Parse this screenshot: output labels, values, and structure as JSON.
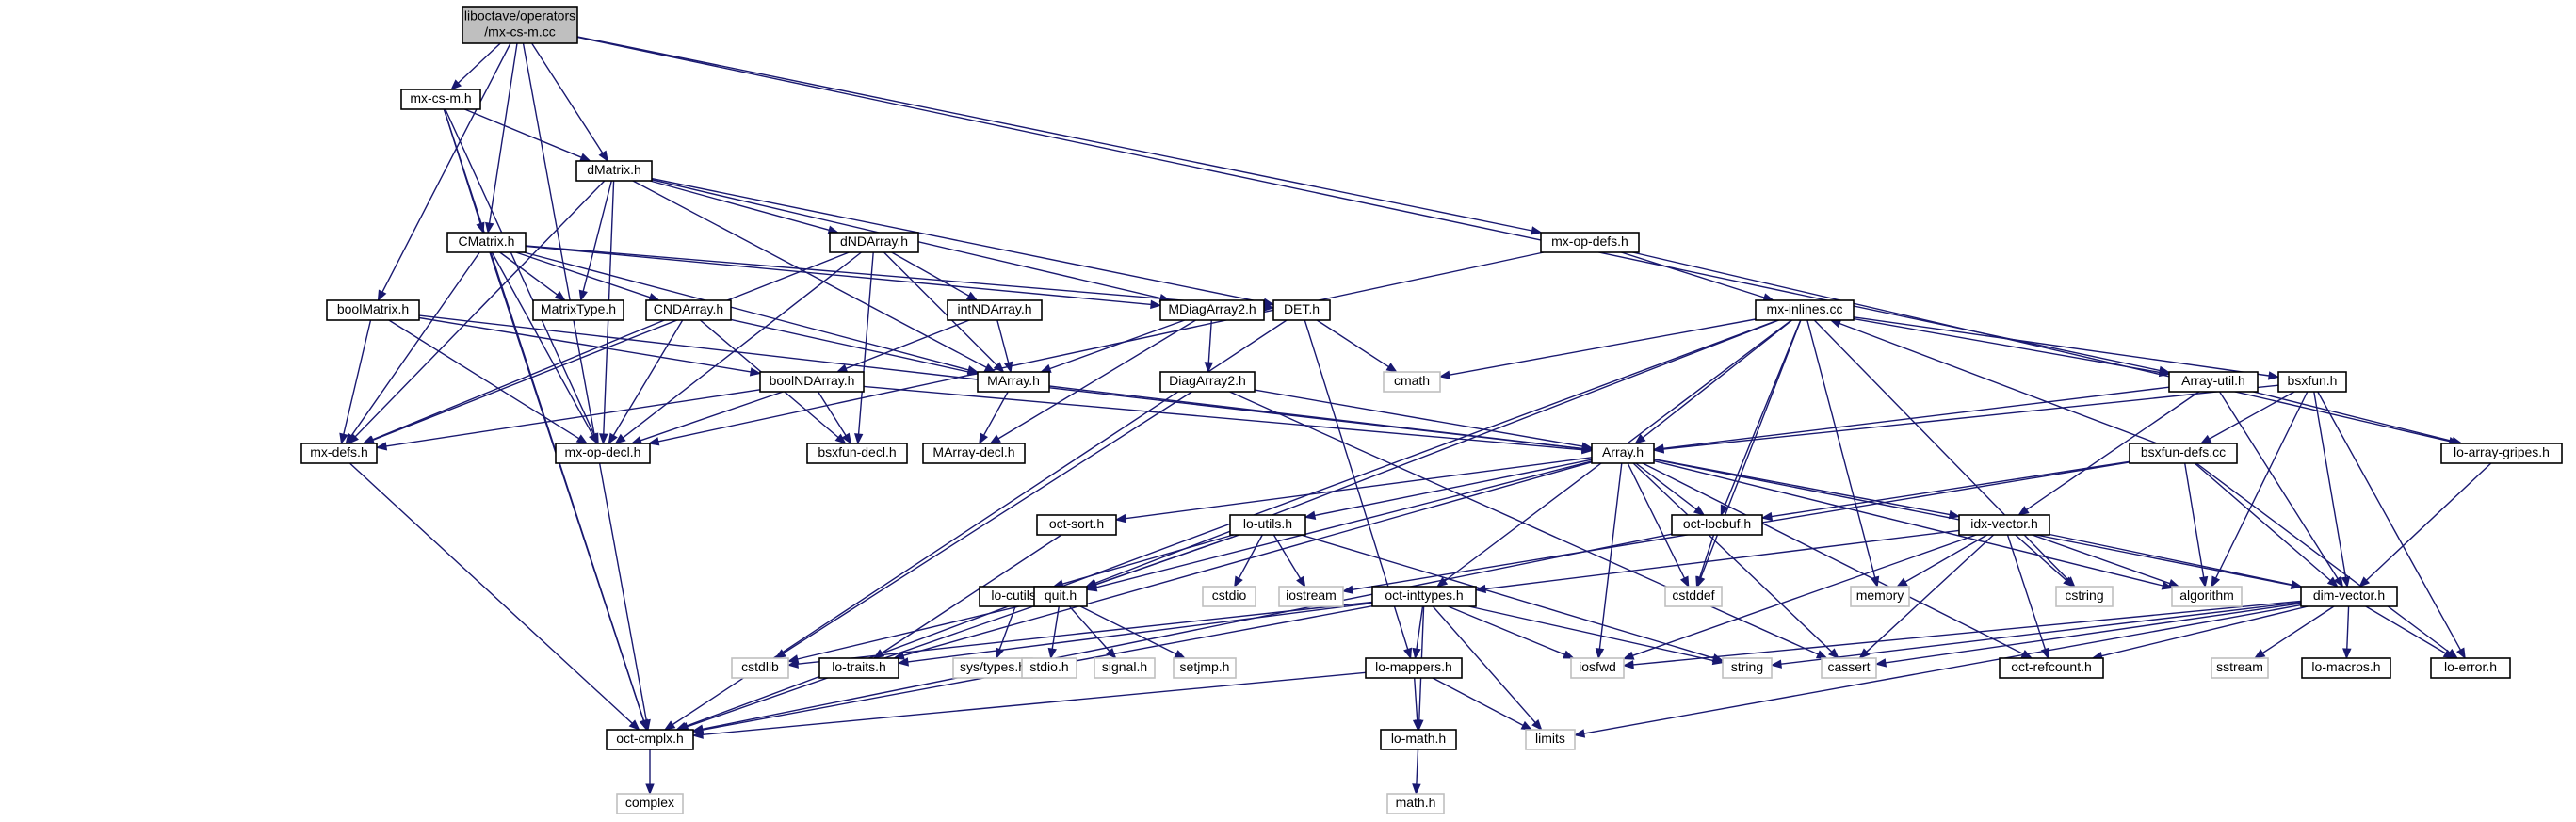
{
  "nodes": [
    {
      "id": "root",
      "lines": [
        "liboctave/operators",
        "/mx-cs-m.cc"
      ],
      "kind": "root"
    },
    {
      "id": "mx-cs-m-h",
      "lines": [
        "mx-cs-m.h"
      ],
      "kind": "file"
    },
    {
      "id": "dMatrix-h",
      "lines": [
        "dMatrix.h"
      ],
      "kind": "file"
    },
    {
      "id": "CMatrix-h",
      "lines": [
        "CMatrix.h"
      ],
      "kind": "file"
    },
    {
      "id": "dNDArray-h",
      "lines": [
        "dNDArray.h"
      ],
      "kind": "file"
    },
    {
      "id": "mx-op-defs-h",
      "lines": [
        "mx-op-defs.h"
      ],
      "kind": "file"
    },
    {
      "id": "boolMatrix-h",
      "lines": [
        "boolMatrix.h"
      ],
      "kind": "file"
    },
    {
      "id": "MatrixType-h",
      "lines": [
        "MatrixType.h"
      ],
      "kind": "file"
    },
    {
      "id": "CNDArray-h",
      "lines": [
        "CNDArray.h"
      ],
      "kind": "file"
    },
    {
      "id": "intNDArray-h",
      "lines": [
        "intNDArray.h"
      ],
      "kind": "file"
    },
    {
      "id": "MDiagArray2-h",
      "lines": [
        "MDiagArray2.h"
      ],
      "kind": "file"
    },
    {
      "id": "DET-h",
      "lines": [
        "DET.h"
      ],
      "kind": "file"
    },
    {
      "id": "mx-inlines-cc",
      "lines": [
        "mx-inlines.cc"
      ],
      "kind": "file"
    },
    {
      "id": "boolNDArray-h",
      "lines": [
        "boolNDArray.h"
      ],
      "kind": "file"
    },
    {
      "id": "MArray-h",
      "lines": [
        "MArray.h"
      ],
      "kind": "file"
    },
    {
      "id": "DiagArray2-h",
      "lines": [
        "DiagArray2.h"
      ],
      "kind": "file"
    },
    {
      "id": "Array-util-h",
      "lines": [
        "Array-util.h"
      ],
      "kind": "file"
    },
    {
      "id": "bsxfun-h",
      "lines": [
        "bsxfun.h"
      ],
      "kind": "file"
    },
    {
      "id": "cmath",
      "lines": [
        "cmath"
      ],
      "kind": "sys"
    },
    {
      "id": "mx-defs-h",
      "lines": [
        "mx-defs.h"
      ],
      "kind": "file"
    },
    {
      "id": "mx-op-decl-h",
      "lines": [
        "mx-op-decl.h"
      ],
      "kind": "file"
    },
    {
      "id": "bsxfun-decl-h",
      "lines": [
        "bsxfun-decl.h"
      ],
      "kind": "file"
    },
    {
      "id": "MArray-decl-h",
      "lines": [
        "MArray-decl.h"
      ],
      "kind": "file"
    },
    {
      "id": "Array-h",
      "lines": [
        "Array.h"
      ],
      "kind": "file"
    },
    {
      "id": "bsxfun-defs-cc",
      "lines": [
        "bsxfun-defs.cc"
      ],
      "kind": "file"
    },
    {
      "id": "lo-array-gripes-h",
      "lines": [
        "lo-array-gripes.h"
      ],
      "kind": "file"
    },
    {
      "id": "oct-sort-h",
      "lines": [
        "oct-sort.h"
      ],
      "kind": "file"
    },
    {
      "id": "lo-utils-h",
      "lines": [
        "lo-utils.h"
      ],
      "kind": "file"
    },
    {
      "id": "oct-locbuf-h",
      "lines": [
        "oct-locbuf.h"
      ],
      "kind": "file"
    },
    {
      "id": "idx-vector-h",
      "lines": [
        "idx-vector.h"
      ],
      "kind": "file"
    },
    {
      "id": "lo-cutils-h",
      "lines": [
        "lo-cutils.h"
      ],
      "kind": "file"
    },
    {
      "id": "quit-h",
      "lines": [
        "quit.h"
      ],
      "kind": "file"
    },
    {
      "id": "cstdio",
      "lines": [
        "cstdio"
      ],
      "kind": "sys"
    },
    {
      "id": "iostream",
      "lines": [
        "iostream"
      ],
      "kind": "sys"
    },
    {
      "id": "oct-inttypes-h",
      "lines": [
        "oct-inttypes.h"
      ],
      "kind": "file"
    },
    {
      "id": "cstddef",
      "lines": [
        "cstddef"
      ],
      "kind": "sys"
    },
    {
      "id": "memory",
      "lines": [
        "memory"
      ],
      "kind": "sys"
    },
    {
      "id": "cstring",
      "lines": [
        "cstring"
      ],
      "kind": "sys"
    },
    {
      "id": "algorithm",
      "lines": [
        "algorithm"
      ],
      "kind": "sys"
    },
    {
      "id": "dim-vector-h",
      "lines": [
        "dim-vector.h"
      ],
      "kind": "file"
    },
    {
      "id": "cstdlib",
      "lines": [
        "cstdlib"
      ],
      "kind": "sys"
    },
    {
      "id": "lo-traits-h",
      "lines": [
        "lo-traits.h"
      ],
      "kind": "file"
    },
    {
      "id": "sys-types-h",
      "lines": [
        "sys/types.h"
      ],
      "kind": "sys"
    },
    {
      "id": "stdio-h",
      "lines": [
        "stdio.h"
      ],
      "kind": "sys"
    },
    {
      "id": "signal-h",
      "lines": [
        "signal.h"
      ],
      "kind": "sys"
    },
    {
      "id": "setjmp-h",
      "lines": [
        "setjmp.h"
      ],
      "kind": "sys"
    },
    {
      "id": "iosfwd",
      "lines": [
        "iosfwd"
      ],
      "kind": "sys"
    },
    {
      "id": "string",
      "lines": [
        "string"
      ],
      "kind": "sys"
    },
    {
      "id": "cassert",
      "lines": [
        "cassert"
      ],
      "kind": "sys"
    },
    {
      "id": "oct-refcount-h",
      "lines": [
        "oct-refcount.h"
      ],
      "kind": "file"
    },
    {
      "id": "sstream",
      "lines": [
        "sstream"
      ],
      "kind": "sys"
    },
    {
      "id": "lo-macros-h",
      "lines": [
        "lo-macros.h"
      ],
      "kind": "file"
    },
    {
      "id": "lo-error-h",
      "lines": [
        "lo-error.h"
      ],
      "kind": "file"
    },
    {
      "id": "lo-mappers-h",
      "lines": [
        "lo-mappers.h"
      ],
      "kind": "file"
    },
    {
      "id": "oct-cmplx-h",
      "lines": [
        "oct-cmplx.h"
      ],
      "kind": "file"
    },
    {
      "id": "lo-math-h",
      "lines": [
        "lo-math.h"
      ],
      "kind": "file"
    },
    {
      "id": "limits",
      "lines": [
        "limits"
      ],
      "kind": "sys"
    },
    {
      "id": "complex",
      "lines": [
        "complex"
      ],
      "kind": "sys"
    },
    {
      "id": "math-h",
      "lines": [
        "math.h"
      ],
      "kind": "sys"
    }
  ],
  "edges": [
    [
      "root",
      "mx-cs-m-h"
    ],
    [
      "root",
      "dMatrix-h"
    ],
    [
      "root",
      "CMatrix-h"
    ],
    [
      "root",
      "boolMatrix-h"
    ],
    [
      "root",
      "mx-op-defs-h"
    ],
    [
      "root",
      "Array-util-h"
    ],
    [
      "root",
      "oct-cmplx-h"
    ],
    [
      "mx-cs-m-h",
      "dMatrix-h"
    ],
    [
      "mx-cs-m-h",
      "CMatrix-h"
    ],
    [
      "mx-cs-m-h",
      "mx-op-decl-h"
    ],
    [
      "mx-cs-m-h",
      "oct-cmplx-h"
    ],
    [
      "dMatrix-h",
      "MatrixType-h"
    ],
    [
      "dMatrix-h",
      "dNDArray-h"
    ],
    [
      "dMatrix-h",
      "MArray-h"
    ],
    [
      "dMatrix-h",
      "MDiagArray2-h"
    ],
    [
      "dMatrix-h",
      "DET-h"
    ],
    [
      "dMatrix-h",
      "mx-defs-h"
    ],
    [
      "dMatrix-h",
      "mx-op-decl-h"
    ],
    [
      "CMatrix-h",
      "MatrixType-h"
    ],
    [
      "CMatrix-h",
      "CNDArray-h"
    ],
    [
      "CMatrix-h",
      "MArray-h"
    ],
    [
      "CMatrix-h",
      "MDiagArray2-h"
    ],
    [
      "CMatrix-h",
      "DET-h"
    ],
    [
      "CMatrix-h",
      "mx-defs-h"
    ],
    [
      "CMatrix-h",
      "mx-op-decl-h"
    ],
    [
      "CMatrix-h",
      "oct-cmplx-h"
    ],
    [
      "dNDArray-h",
      "intNDArray-h"
    ],
    [
      "dNDArray-h",
      "MArray-h"
    ],
    [
      "dNDArray-h",
      "bsxfun-decl-h"
    ],
    [
      "dNDArray-h",
      "mx-defs-h"
    ],
    [
      "dNDArray-h",
      "mx-op-decl-h"
    ],
    [
      "mx-op-defs-h",
      "mx-op-decl-h"
    ],
    [
      "mx-op-defs-h",
      "mx-inlines-cc"
    ],
    [
      "mx-op-defs-h",
      "lo-array-gripes-h"
    ],
    [
      "boolMatrix-h",
      "boolNDArray-h"
    ],
    [
      "boolMatrix-h",
      "Array-h"
    ],
    [
      "boolMatrix-h",
      "mx-defs-h"
    ],
    [
      "boolMatrix-h",
      "mx-op-decl-h"
    ],
    [
      "CNDArray-h",
      "MArray-h"
    ],
    [
      "CNDArray-h",
      "bsxfun-decl-h"
    ],
    [
      "CNDArray-h",
      "mx-defs-h"
    ],
    [
      "CNDArray-h",
      "mx-op-decl-h"
    ],
    [
      "intNDArray-h",
      "MArray-h"
    ],
    [
      "intNDArray-h",
      "boolNDArray-h"
    ],
    [
      "MDiagArray2-h",
      "DiagArray2-h"
    ],
    [
      "MDiagArray2-h",
      "MArray-h"
    ],
    [
      "MDiagArray2-h",
      "MArray-decl-h"
    ],
    [
      "DET-h",
      "cmath"
    ],
    [
      "DET-h",
      "lo-mappers-h"
    ],
    [
      "DET-h",
      "oct-cmplx-h"
    ],
    [
      "mx-inlines-cc",
      "cmath"
    ],
    [
      "mx-inlines-cc",
      "Array-h"
    ],
    [
      "mx-inlines-cc",
      "Array-util-h"
    ],
    [
      "mx-inlines-cc",
      "bsxfun-h"
    ],
    [
      "mx-inlines-cc",
      "oct-locbuf-h"
    ],
    [
      "mx-inlines-cc",
      "oct-inttypes-h"
    ],
    [
      "mx-inlines-cc",
      "cstddef"
    ],
    [
      "mx-inlines-cc",
      "memory"
    ],
    [
      "mx-inlines-cc",
      "cstring"
    ],
    [
      "mx-inlines-cc",
      "oct-cmplx-h"
    ],
    [
      "mx-inlines-cc",
      "quit-h"
    ],
    [
      "boolNDArray-h",
      "Array-h"
    ],
    [
      "boolNDArray-h",
      "bsxfun-decl-h"
    ],
    [
      "boolNDArray-h",
      "mx-defs-h"
    ],
    [
      "boolNDArray-h",
      "mx-op-decl-h"
    ],
    [
      "MArray-h",
      "Array-h"
    ],
    [
      "MArray-h",
      "MArray-decl-h"
    ],
    [
      "DiagArray2-h",
      "Array-h"
    ],
    [
      "DiagArray2-h",
      "cassert"
    ],
    [
      "DiagArray2-h",
      "cstdlib"
    ],
    [
      "Array-util-h",
      "Array-h"
    ],
    [
      "Array-util-h",
      "dim-vector-h"
    ],
    [
      "Array-util-h",
      "idx-vector-h"
    ],
    [
      "Array-util-h",
      "lo-array-gripes-h"
    ],
    [
      "bsxfun-h",
      "Array-h"
    ],
    [
      "bsxfun-h",
      "bsxfun-defs-cc"
    ],
    [
      "bsxfun-h",
      "dim-vector-h"
    ],
    [
      "bsxfun-h",
      "algorithm"
    ],
    [
      "bsxfun-h",
      "lo-error-h"
    ],
    [
      "bsxfun-defs-cc",
      "mx-inlines-cc"
    ],
    [
      "bsxfun-defs-cc",
      "dim-vector-h"
    ],
    [
      "bsxfun-defs-cc",
      "oct-locbuf-h"
    ],
    [
      "bsxfun-defs-cc",
      "algorithm"
    ],
    [
      "bsxfun-defs-cc",
      "iostream"
    ],
    [
      "bsxfun-defs-cc",
      "lo-error-h"
    ],
    [
      "lo-array-gripes-h",
      "dim-vector-h"
    ],
    [
      "mx-defs-h",
      "oct-cmplx-h"
    ],
    [
      "Array-h",
      "oct-sort-h"
    ],
    [
      "Array-h",
      "lo-utils-h"
    ],
    [
      "Array-h",
      "oct-locbuf-h"
    ],
    [
      "Array-h",
      "idx-vector-h"
    ],
    [
      "Array-h",
      "dim-vector-h"
    ],
    [
      "Array-h",
      "cstddef"
    ],
    [
      "Array-h",
      "algorithm"
    ],
    [
      "Array-h",
      "iosfwd"
    ],
    [
      "Array-h",
      "cassert"
    ],
    [
      "Array-h",
      "oct-refcount-h"
    ],
    [
      "Array-h",
      "quit-h"
    ],
    [
      "Array-h",
      "lo-traits-h"
    ],
    [
      "oct-sort-h",
      "lo-traits-h"
    ],
    [
      "lo-utils-h",
      "lo-cutils-h"
    ],
    [
      "lo-utils-h",
      "quit-h"
    ],
    [
      "lo-utils-h",
      "cstdio"
    ],
    [
      "lo-utils-h",
      "iostream"
    ],
    [
      "lo-utils-h",
      "string"
    ],
    [
      "lo-utils-h",
      "oct-cmplx-h"
    ],
    [
      "oct-locbuf-h",
      "cstddef"
    ],
    [
      "oct-locbuf-h",
      "oct-cmplx-h"
    ],
    [
      "idx-vector-h",
      "oct-inttypes-h"
    ],
    [
      "idx-vector-h",
      "dim-vector-h"
    ],
    [
      "idx-vector-h",
      "memory"
    ],
    [
      "idx-vector-h",
      "cstring"
    ],
    [
      "idx-vector-h",
      "algorithm"
    ],
    [
      "idx-vector-h",
      "iosfwd"
    ],
    [
      "idx-vector-h",
      "cassert"
    ],
    [
      "idx-vector-h",
      "oct-refcount-h"
    ],
    [
      "lo-cutils-h",
      "sys-types-h"
    ],
    [
      "quit-h",
      "stdio-h"
    ],
    [
      "quit-h",
      "signal-h"
    ],
    [
      "quit-h",
      "setjmp-h"
    ],
    [
      "quit-h",
      "cstdlib"
    ],
    [
      "oct-inttypes-h",
      "cstdlib"
    ],
    [
      "oct-inttypes-h",
      "lo-traits-h"
    ],
    [
      "oct-inttypes-h",
      "lo-mappers-h"
    ],
    [
      "oct-inttypes-h",
      "lo-math-h"
    ],
    [
      "oct-inttypes-h",
      "limits"
    ],
    [
      "oct-inttypes-h",
      "iosfwd"
    ],
    [
      "oct-inttypes-h",
      "string"
    ],
    [
      "oct-inttypes-h",
      "oct-cmplx-h"
    ],
    [
      "dim-vector-h",
      "string"
    ],
    [
      "dim-vector-h",
      "cassert"
    ],
    [
      "dim-vector-h",
      "oct-refcount-h"
    ],
    [
      "dim-vector-h",
      "sstream"
    ],
    [
      "dim-vector-h",
      "lo-macros-h"
    ],
    [
      "dim-vector-h",
      "lo-error-h"
    ],
    [
      "dim-vector-h",
      "iosfwd"
    ],
    [
      "dim-vector-h",
      "limits"
    ],
    [
      "lo-mappers-h",
      "lo-math-h"
    ],
    [
      "lo-mappers-h",
      "oct-cmplx-h"
    ],
    [
      "lo-mappers-h",
      "limits"
    ],
    [
      "lo-math-h",
      "math-h"
    ],
    [
      "oct-cmplx-h",
      "complex"
    ]
  ]
}
